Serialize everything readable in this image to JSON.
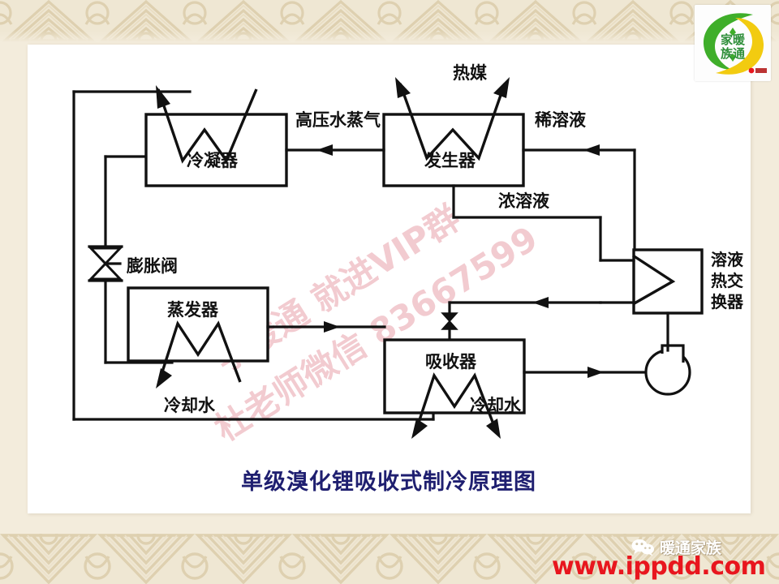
{
  "slide": {
    "background_color": "#f3ecdc",
    "panel_color": "#ffffff",
    "border_pattern_color": "#ded0b0"
  },
  "diagram": {
    "title": "单级溴化锂吸收式制冷原理图",
    "title_color": "#1f1f70",
    "components": [
      {
        "id": "condenser",
        "label": "冷凝器"
      },
      {
        "id": "generator",
        "label": "发生器"
      },
      {
        "id": "evaporator",
        "label": "蒸发器"
      },
      {
        "id": "absorber",
        "label": "吸收器"
      },
      {
        "id": "heat-exchanger",
        "label": "溶液热交换器",
        "lines": [
          "溶液",
          "热交",
          "换器"
        ]
      },
      {
        "id": "expansion-valve",
        "label": "膨胀阀"
      },
      {
        "id": "solution-pump",
        "label": ""
      }
    ],
    "stream_labels": [
      {
        "id": "high-pressure-steam",
        "label": "高压水蒸气"
      },
      {
        "id": "heat-medium",
        "label": "热媒"
      },
      {
        "id": "dilute-solution",
        "label": "稀溶液"
      },
      {
        "id": "concentrated-solution",
        "label": "浓溶液"
      },
      {
        "id": "cooling-water-evaporator",
        "label": "冷却水"
      },
      {
        "id": "cooling-water-absorber",
        "label": "冷却水"
      }
    ]
  },
  "watermark": {
    "line1": "学暖通 就进VIP群",
    "line2": "杜老师微信 83667599",
    "color": "#f0c2c8"
  },
  "logo": {
    "chars_top": "家暖",
    "chars_bottom": "族通",
    "green": "#3fae2a",
    "yellow": "#f2cb10",
    "mark": "暖通家族"
  },
  "brand": {
    "url": "www.ippdd.com",
    "url_color": "#e8161e",
    "wechat_name": "暖通家族",
    "wechat_icon": "wechat-icon"
  }
}
